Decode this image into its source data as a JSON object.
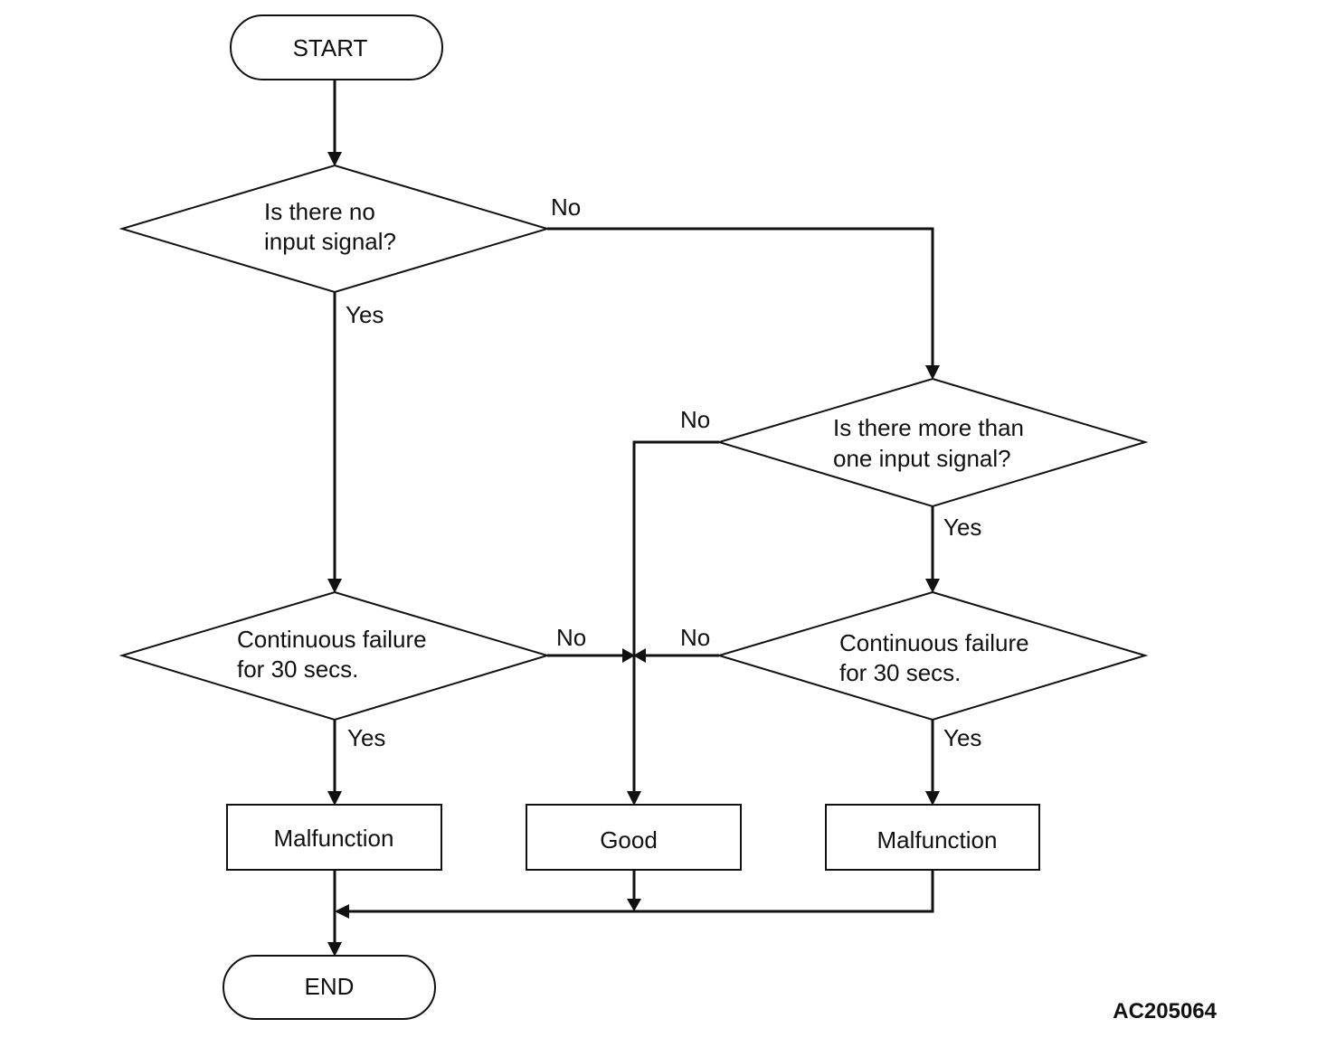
{
  "flowchart": {
    "start": "START",
    "end": "END",
    "decision_no_signal": {
      "line1": "Is there no",
      "line2": "input signal?"
    },
    "decision_more_than_one": {
      "line1": "Is there more than",
      "line2": "one input signal?"
    },
    "decision_continuous_left": {
      "line1": "Continuous failure",
      "line2": "for 30 secs."
    },
    "decision_continuous_right": {
      "line1": "Continuous failure",
      "line2": "for 30 secs."
    },
    "result_malfunction_left": "Malfunction",
    "result_good": "Good",
    "result_malfunction_right": "Malfunction",
    "labels": {
      "no_signal_no": "No",
      "no_signal_yes": "Yes",
      "more_than_one_no": "No",
      "more_than_one_yes": "Yes",
      "continuous_left_no": "No",
      "continuous_left_yes": "Yes",
      "continuous_right_no": "No",
      "continuous_right_yes": "Yes"
    }
  },
  "figure_id": "AC205064"
}
